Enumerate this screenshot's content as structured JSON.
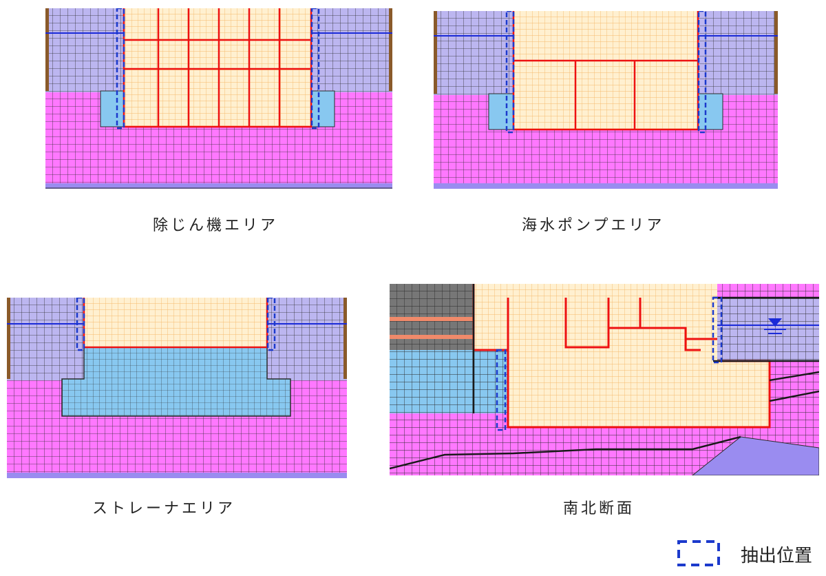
{
  "colors": {
    "backfill": "#bcb6f0",
    "soil": "#ff78ff",
    "rock": "#9a8cf0",
    "water_body": "#88c8f0",
    "structure_fill": "#fff0d0",
    "structure_mesh": "#f6b86a",
    "structure_outline": "#ee1111",
    "mesh_line": "#2a2a2a",
    "water_level": "#1a2ad8",
    "extraction_marker": "#1c3acc",
    "wall": "#8a5a2a",
    "dark_block": "#777777",
    "salmon_band": "#f08a6a"
  },
  "panels": [
    {
      "id": "panel-1",
      "label": "除じん機エリア"
    },
    {
      "id": "panel-2",
      "label": "海水ポンプエリア"
    },
    {
      "id": "panel-3",
      "label": "ストレーナエリア"
    },
    {
      "id": "panel-4",
      "label": "南北断面"
    }
  ],
  "legend": {
    "label": "抽出位置",
    "symbol": "dashed-box-icon"
  }
}
